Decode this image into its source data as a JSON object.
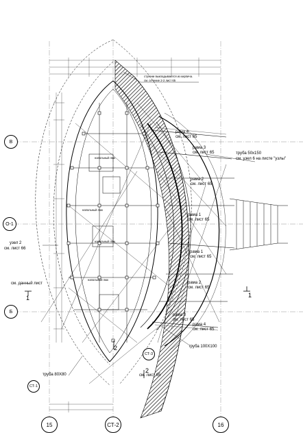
{
  "grid_axes": {
    "row_B": "В",
    "row_O1": "О-1",
    "row_Bb": "Б",
    "col_15": "15",
    "col_16": "16",
    "col_CT2": "СТ-2",
    "marker_CT1": "СТ-1",
    "marker_CT3": "СТ-3"
  },
  "notes": {
    "stair_note_line1": "ступени выкладываются из кирпича.",
    "stair_note_line2": "см. сечение 2-2  лист 65",
    "truba_50x150_line1": "труба 50х150",
    "truba_50x150_line2": "см. узел 6 на листе \"узлы\"",
    "truba_100x100": "труба 100Х100",
    "truba_80x80": "труба 80Х80",
    "uzel2_line1": "узел 2",
    "uzel2_line2": "см. лист 66",
    "sm_dannyi_list": "см. данный лист",
    "sm_list_65": "см. лист 65",
    "napolny_lyuk": "напольный люк"
  },
  "frames": [
    {
      "name": "рама 4",
      "ref": "см. лист 65"
    },
    {
      "name": "рама 3",
      "ref": "см. лист 65"
    },
    {
      "name": "рама 2",
      "ref": "см. лист 65"
    },
    {
      "name": "рама 1",
      "ref": "см. лист 65"
    },
    {
      "name": "рама 1",
      "ref": "см. лист 65"
    },
    {
      "name": "рама 2",
      "ref": "см. лист 65"
    },
    {
      "name": "рама 3",
      "ref": "см. лист 65"
    },
    {
      "name": "рама 4",
      "ref": "см. лист 65"
    }
  ],
  "section_marks": {
    "sec1_left": "1",
    "sec1_right": "1",
    "sec2_top": "2",
    "sec2_bottom": "2"
  },
  "colors": {
    "line": "#000000",
    "grid_line": "#555555",
    "background": "#ffffff"
  }
}
